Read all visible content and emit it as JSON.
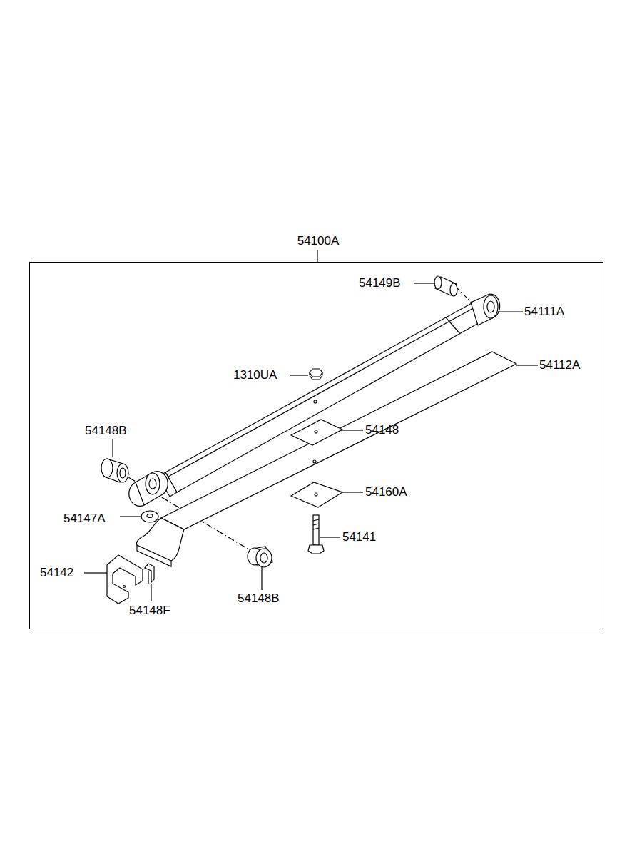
{
  "diagram": {
    "nodes": [
      {
        "text": [
          "54100A"
        ]
      }
    ],
    "labels": [
      "54149B",
      "54111A",
      "1310UA",
      "54112A",
      "54148B",
      "54148",
      "54160A",
      "54147A",
      "54141",
      "54142",
      "54148B",
      "54148F"
    ]
  }
}
